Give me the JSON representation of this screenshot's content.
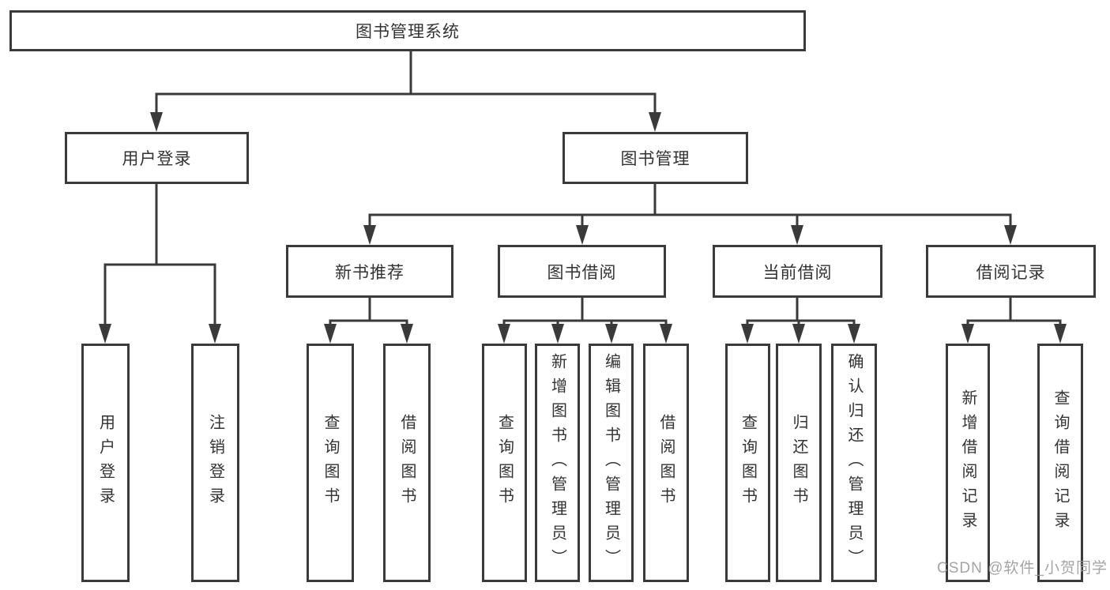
{
  "colors": {
    "line": "#3a3a3a",
    "box_border": "#3a3a3a",
    "box_fill": "#ffffff",
    "text": "#333333",
    "watermark": "#9b9b9b",
    "background": "#ffffff"
  },
  "tree": {
    "root": {
      "label": "图书管理系统"
    },
    "level2": [
      {
        "label": "用户登录",
        "children": [
          {
            "label": "用户登录"
          },
          {
            "label": "注销登录"
          }
        ]
      },
      {
        "label": "图书管理",
        "children": [
          {
            "label": "新书推荐",
            "children": [
              {
                "label": "查询图书"
              },
              {
                "label": "借阅图书"
              }
            ]
          },
          {
            "label": "图书借阅",
            "children": [
              {
                "label": "查询图书"
              },
              {
                "label": "新增图书（管理员）"
              },
              {
                "label": "编辑图书（管理员）"
              },
              {
                "label": "借阅图书"
              }
            ]
          },
          {
            "label": "当前借阅",
            "children": [
              {
                "label": "查询图书"
              },
              {
                "label": "归还图书"
              },
              {
                "label": "确认归还（管理员）"
              }
            ]
          },
          {
            "label": "借阅记录",
            "children": [
              {
                "label": "新增借阅记录"
              },
              {
                "label": "查询借阅记录"
              }
            ]
          }
        ]
      }
    ]
  },
  "watermark": {
    "text": "CSDN @软件_小贺同学"
  }
}
